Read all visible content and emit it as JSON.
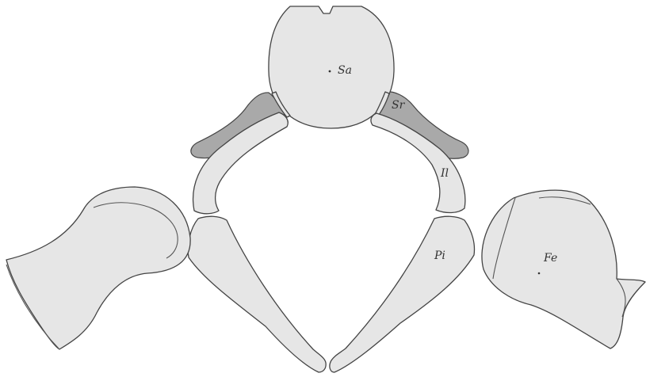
{
  "diagram": {
    "colors": {
      "bone_fill": "#e6e6e6",
      "dark_bone_fill": "#a9a9a9",
      "outline": "#444444",
      "background": "#ffffff"
    },
    "labels": {
      "sacrum": "Sa",
      "sacral_rib": "Sr",
      "ilium": "Il",
      "pubis_ischium": "Pi",
      "femur": "Fe"
    }
  }
}
